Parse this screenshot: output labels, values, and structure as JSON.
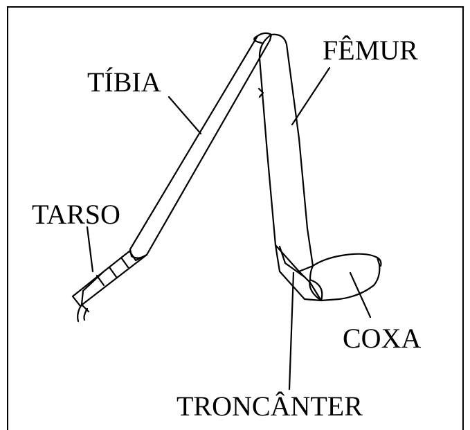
{
  "labels": {
    "tibia": "TÍBIA",
    "femur": "FÊMUR",
    "tarso": "TARSO",
    "coxa": "COXA",
    "troncanter": "TRONCÂNTER"
  }
}
